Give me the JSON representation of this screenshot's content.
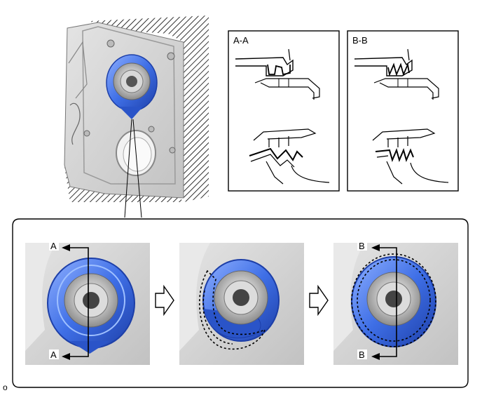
{
  "diagram": {
    "section_views": [
      {
        "id": "a",
        "label": "A-A"
      },
      {
        "id": "b",
        "label": "B-B"
      }
    ],
    "cutting_planes": [
      {
        "id": "a",
        "top_label": "A",
        "bottom_label": "A"
      },
      {
        "id": "b",
        "top_label": "B",
        "bottom_label": "B"
      }
    ],
    "figure_code": "o",
    "colors": {
      "accent_blue": "#3f6fe6",
      "panel_gray": "#d6d6d6",
      "line": "#000000"
    },
    "icons": [
      "step-arrow-icon",
      "dotted-outline",
      "hatching"
    ]
  }
}
